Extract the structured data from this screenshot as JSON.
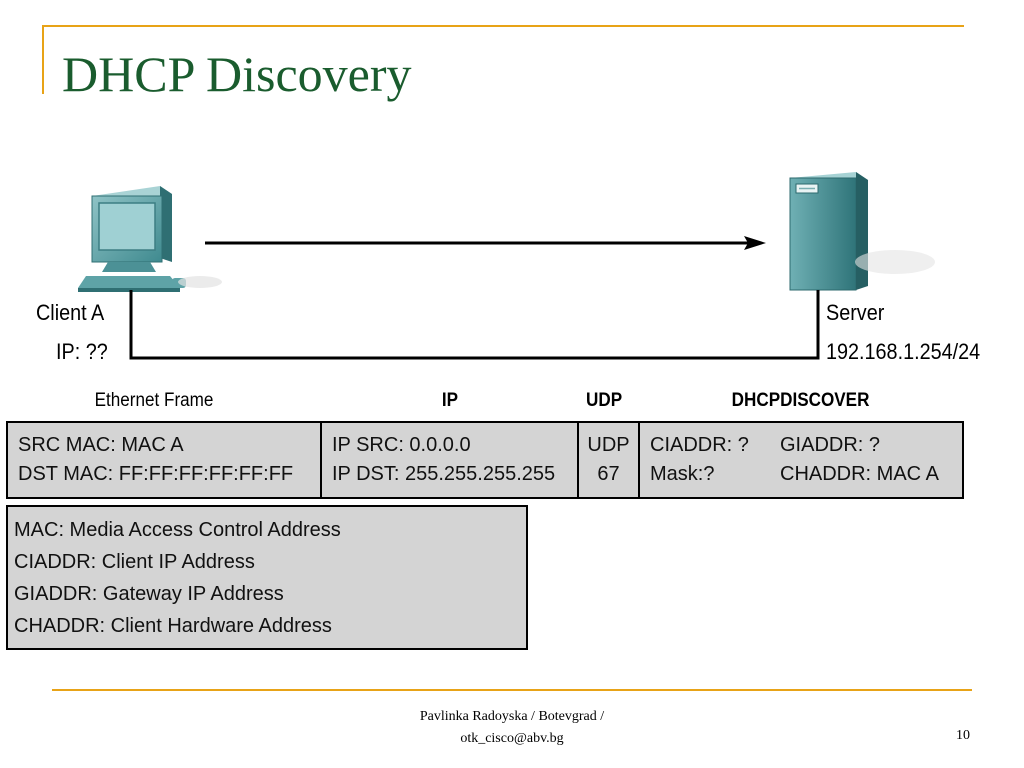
{
  "slide": {
    "title": "DHCP Discovery",
    "accent_color": "#e8a317",
    "title_color": "#1a5c2e",
    "page_number": "10"
  },
  "diagram": {
    "client": {
      "name": "Client A",
      "ip": "IP: ??",
      "icon": "desktop-computer-icon"
    },
    "server": {
      "name": "Server",
      "ip": "192.168.1.254/24",
      "icon": "server-tower-icon"
    },
    "frame_headers": {
      "ethernet": "Ethernet Frame",
      "ip": "IP",
      "udp": "UDP",
      "dhcp": "DHCPDISCOVER"
    },
    "frame": {
      "ethernet": [
        "SRC MAC: MAC A",
        "DST MAC: FF:FF:FF:FF:FF:FF"
      ],
      "ip": [
        "IP SRC: 0.0.0.0",
        "IP DST: 255.255.255.255"
      ],
      "udp": [
        "UDP",
        "67"
      ],
      "dhcp_col1": [
        "CIADDR: ?",
        "Mask:?"
      ],
      "dhcp_col2": [
        "GIADDR: ?",
        "CHADDR: MAC A"
      ]
    },
    "legend": [
      "MAC: Media Access Control Address",
      "CIADDR: Client IP Address",
      "GIADDR: Gateway IP Address",
      "CHADDR: Client Hardware Address"
    ]
  },
  "footer": {
    "line1": "Pavlinka Radoyska / Botevgrad /",
    "line2": "otk_cisco@abv.bg"
  }
}
